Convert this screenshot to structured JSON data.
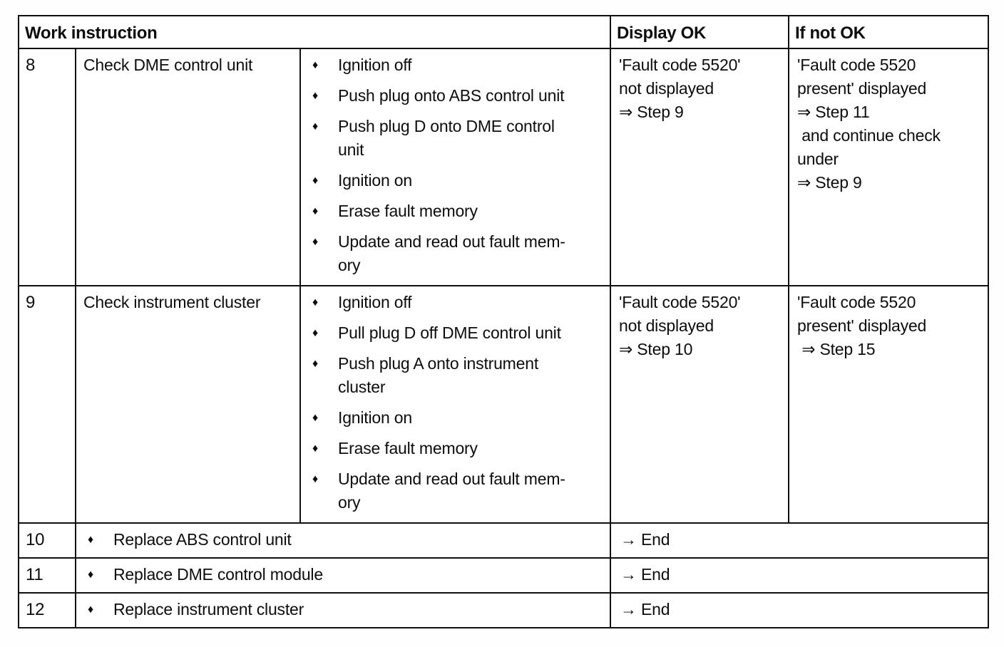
{
  "icons": {
    "bullet": "♦"
  },
  "header": {
    "work_instruction": "Work instruction",
    "display_ok": "Display OK",
    "if_not_ok": "If not OK"
  },
  "steps": [
    {
      "number": "8",
      "title": "Check DME control unit",
      "actions": [
        "Ignition off",
        "Push plug onto ABS control unit",
        "Push plug D onto DME control\nunit",
        "Ignition on",
        "Erase fault memory",
        "Update and read out fault mem-\nory"
      ],
      "display_ok": "'Fault code 5520'\nnot displayed\n⇒ Step 9",
      "if_not_ok": "'Fault code 5520\npresent' displayed\n⇒ Step 11\n and continue check\nunder\n⇒ Step 9"
    },
    {
      "number": "9",
      "title": "Check instrument cluster",
      "actions": [
        "Ignition off",
        "Pull plug D off DME control unit",
        "Push plug A onto instrument\ncluster",
        "Ignition on",
        "Erase fault memory",
        "Update and read out fault mem-\nory"
      ],
      "display_ok": "'Fault code 5520'\nnot displayed\n⇒ Step 10",
      "if_not_ok": "'Fault code 5520\npresent' displayed\n ⇒ Step 15"
    }
  ],
  "final_steps": [
    {
      "number": "10",
      "action": "Replace ABS control unit",
      "result": "→ End"
    },
    {
      "number": "11",
      "action": "Replace DME control module",
      "result": "→ End"
    },
    {
      "number": "12",
      "action": "Replace instrument cluster",
      "result": "→ End"
    }
  ]
}
